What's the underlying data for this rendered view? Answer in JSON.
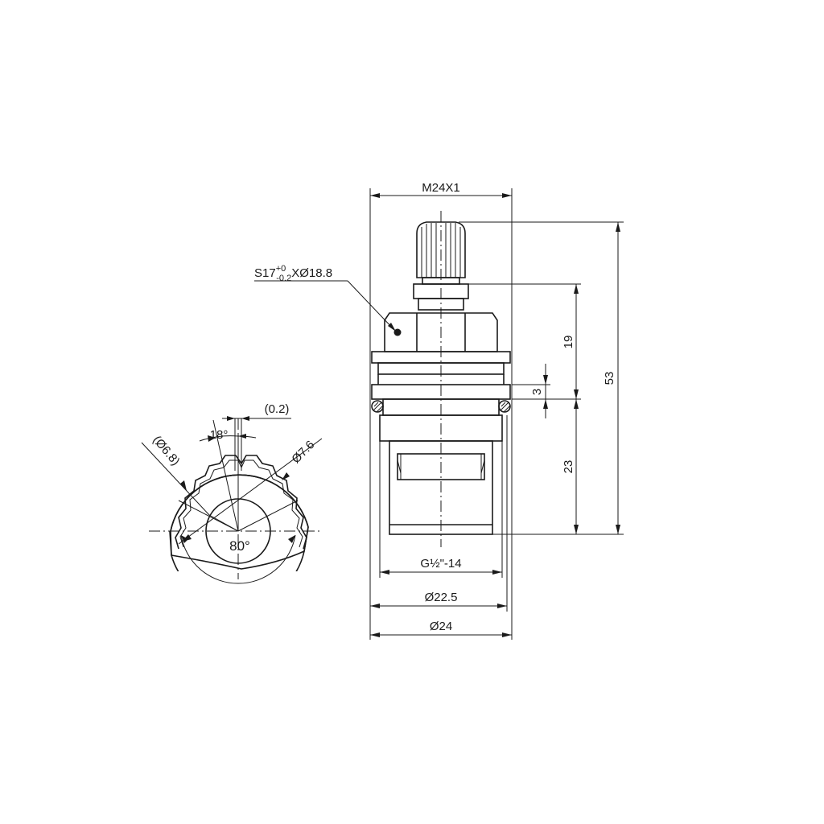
{
  "labels": {
    "thread_top": "M24X1",
    "spline_pre": "S17",
    "spline_tol_upper": "+0",
    "spline_tol_lower": "-0.2",
    "spline_post": "XØ18.8",
    "height_19": "19",
    "height_3": "3",
    "height_23": "23",
    "height_53": "53",
    "thread_bottom": "G½\"-14",
    "dia_22_5": "Ø22.5",
    "dia_24": "Ø24",
    "offset_02": "(0.2)",
    "angle_18": "18°",
    "dia_6_8": "(Ø6.8)",
    "dia_7_6": "Ø7.6",
    "angle_80": "80°"
  },
  "colors": {
    "line": "#1a1a1a",
    "background": "#ffffff"
  }
}
